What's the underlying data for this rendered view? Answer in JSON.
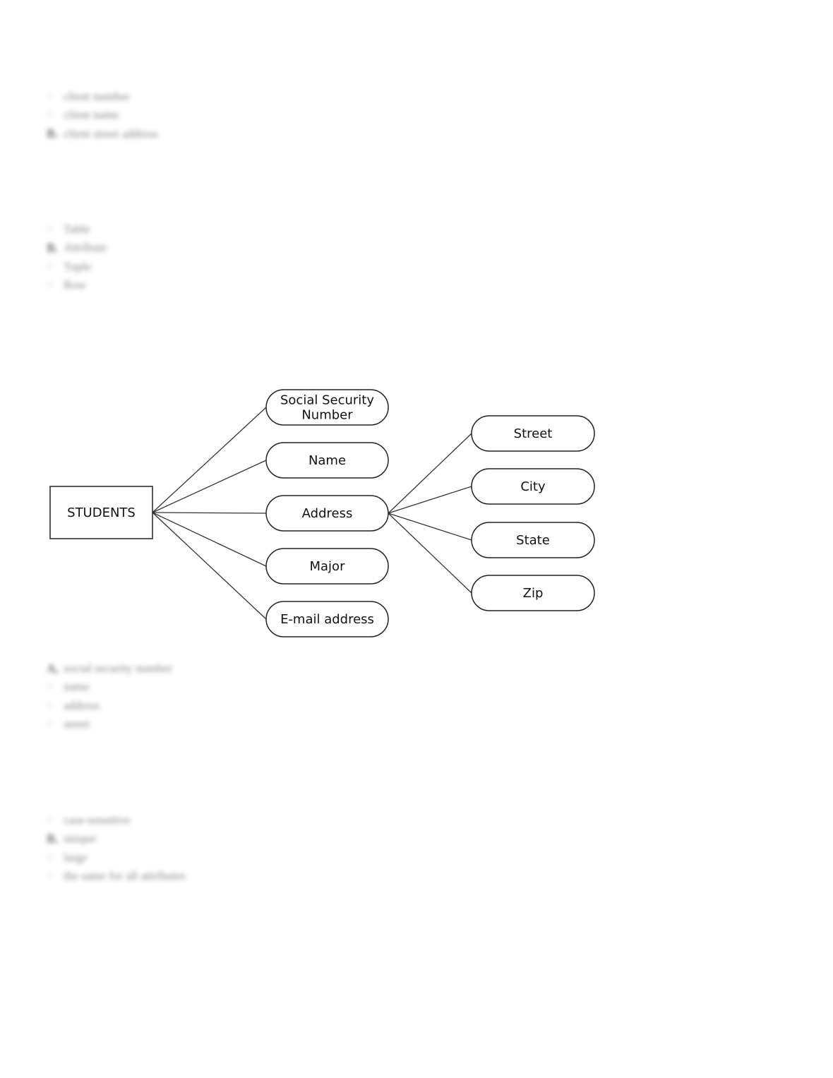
{
  "questions": [
    {
      "options": [
        {
          "marker": "",
          "text": "client number",
          "selected": false
        },
        {
          "marker": "",
          "text": "client name",
          "selected": false
        },
        {
          "marker": "B.",
          "text": "client street address",
          "selected": true
        }
      ]
    },
    {
      "options": [
        {
          "marker": "",
          "text": "Table",
          "selected": false
        },
        {
          "marker": "B.",
          "text": "Attribute",
          "selected": true
        },
        {
          "marker": "",
          "text": "Tuple",
          "selected": false
        },
        {
          "marker": "",
          "text": "Row",
          "selected": false
        }
      ]
    },
    {
      "options": [
        {
          "marker": "A.",
          "text": "social security number",
          "selected": true
        },
        {
          "marker": "",
          "text": "name",
          "selected": false
        },
        {
          "marker": "",
          "text": "address",
          "selected": false
        },
        {
          "marker": "",
          "text": "street",
          "selected": false
        }
      ]
    },
    {
      "options": [
        {
          "marker": "",
          "text": "case-sensitive",
          "selected": false
        },
        {
          "marker": "B.",
          "text": "unique",
          "selected": true
        },
        {
          "marker": "",
          "text": "large",
          "selected": false
        },
        {
          "marker": "",
          "text": "the same for all attributes",
          "selected": false
        }
      ]
    }
  ],
  "diagram": {
    "entity": {
      "id": "students",
      "label": "STUDENTS"
    },
    "attributes": [
      {
        "id": "ssn",
        "lines": [
          "Social Security",
          "Number"
        ]
      },
      {
        "id": "name",
        "lines": [
          "Name"
        ]
      },
      {
        "id": "address",
        "lines": [
          "Address"
        ]
      },
      {
        "id": "major",
        "lines": [
          "Major"
        ]
      },
      {
        "id": "email",
        "lines": [
          "E-mail address"
        ]
      }
    ],
    "sub_attributes": [
      {
        "id": "street",
        "lines": [
          "Street"
        ]
      },
      {
        "id": "city",
        "lines": [
          "City"
        ]
      },
      {
        "id": "state",
        "lines": [
          "State"
        ]
      },
      {
        "id": "zip",
        "lines": [
          "Zip"
        ]
      }
    ],
    "edges": [
      {
        "from": "students",
        "to": "ssn"
      },
      {
        "from": "students",
        "to": "name"
      },
      {
        "from": "students",
        "to": "address"
      },
      {
        "from": "students",
        "to": "major"
      },
      {
        "from": "students",
        "to": "email"
      },
      {
        "from": "address",
        "to": "street"
      },
      {
        "from": "address",
        "to": "city"
      },
      {
        "from": "address",
        "to": "state"
      },
      {
        "from": "address",
        "to": "zip"
      }
    ]
  }
}
